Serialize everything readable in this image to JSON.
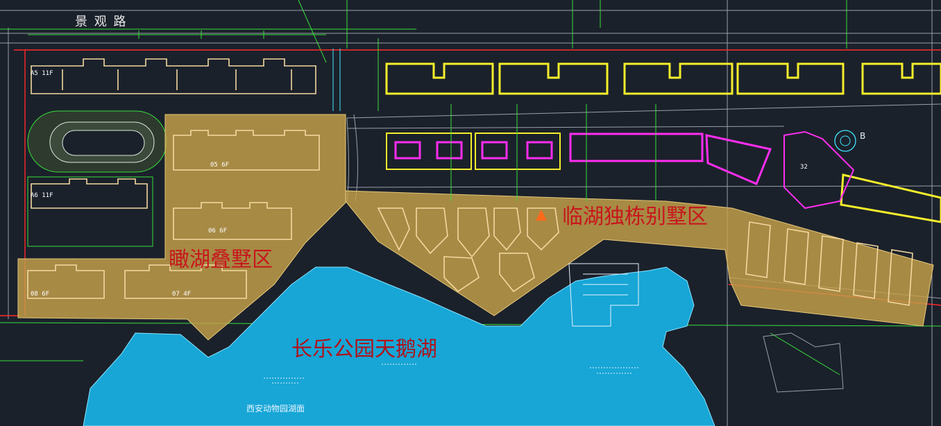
{
  "plan": {
    "road_label": "景 观 路",
    "zone_overlook": "瞰湖叠墅区",
    "zone_lakeside": "临湖独栋别墅区",
    "lake_name": "长乐公园天鹅湖",
    "lake_sub": "西安动物园湖面",
    "building_tags": [
      "A5 11F",
      "A6 11F",
      "05 6F",
      "06 6F",
      "07 4F",
      "08 6F",
      "B",
      "32"
    ],
    "colors": {
      "background": "#1b212b",
      "lake": "#17a6d6",
      "zone_fill": "#c7a14a",
      "zone_label": "#c8161d",
      "townhouse_outline": "#f5ee2a",
      "villa_outline": "#ff2df0",
      "line_green": "#37e03a",
      "boundary_red": "#ff2a2a"
    }
  }
}
